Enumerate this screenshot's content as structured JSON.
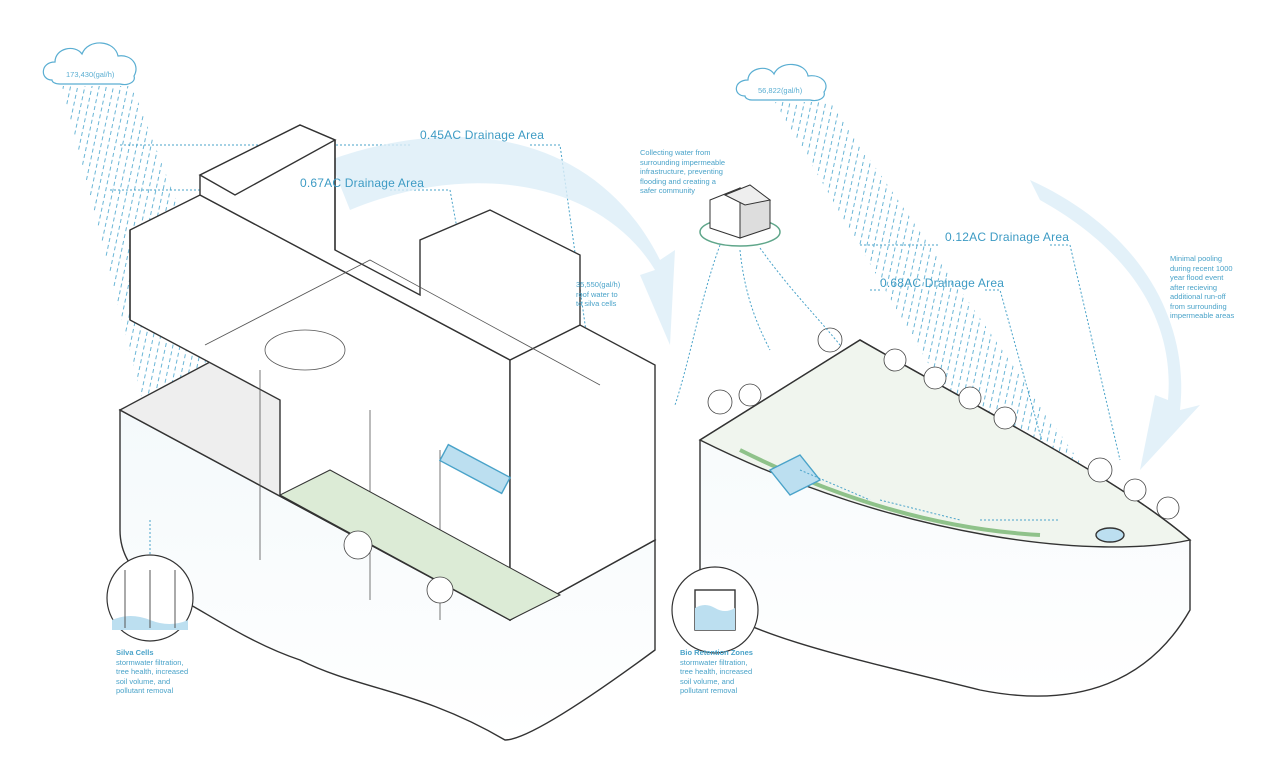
{
  "clouds": {
    "left_flow": "173,430(gal/h)",
    "right_flow": "56,822(gal/h)"
  },
  "drainage_areas": {
    "a1": "0.45AC Drainage Area",
    "a2": "0.67AC Drainage Area",
    "a3": "0.12AC Drainage Area",
    "a4": "0.68AC Drainage Area"
  },
  "roof_note": {
    "line1": "35,550(gal/h)",
    "line2": "roof water to",
    "line3": "to silva cells"
  },
  "collecting_note": {
    "line1": "Collecting water from",
    "line2": "surrounding impermeable",
    "line3": "infrastructure, preventing",
    "line4": "flooding and creating a",
    "line5": "safer community"
  },
  "pooling_note": {
    "line1": "Minimal pooling",
    "line2": "during recent 1000",
    "line3": "year flood event",
    "line4": "after recieving",
    "line5": "additional run-off",
    "line6": "from surrounding",
    "line7": "impermeable areas"
  },
  "silva_cells": {
    "title": "Silva Cells",
    "line1": "stormwater filtration,",
    "line2": "tree health, increased",
    "line3": "soil volume, and",
    "line4": "pollutant removal"
  },
  "bio_retention": {
    "title": "Bio Retention Zones",
    "line1": "stormwater filtration,",
    "line2": "tree health, increased",
    "line3": "soil volume, and",
    "line4": "pollutant removal"
  },
  "colors": {
    "water": "#4aa3c9",
    "green": "#dcebd6",
    "outline": "#333333"
  }
}
